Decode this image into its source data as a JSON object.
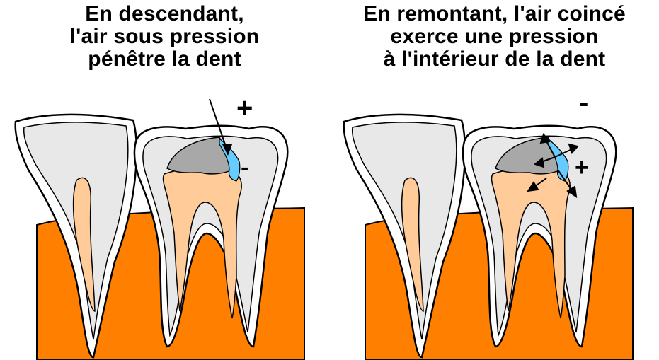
{
  "panels": [
    {
      "caption": [
        "En descendant,",
        "l'air sous pression",
        "pénêtre la dent"
      ],
      "outer_sign": "+",
      "inner_sign": "-"
    },
    {
      "caption": [
        "En remontant, l'air coincé",
        "exerce une pression",
        "à l'intérieur de la dent"
      ],
      "outer_sign": "-",
      "inner_sign": "+"
    }
  ],
  "colors": {
    "gum": "#ff7f00",
    "enamel": "#e8e8e8",
    "pulp": "#ffcc99",
    "filling": "#a8a8a8",
    "air_gap": "#66ccff",
    "outline": "#000000"
  }
}
